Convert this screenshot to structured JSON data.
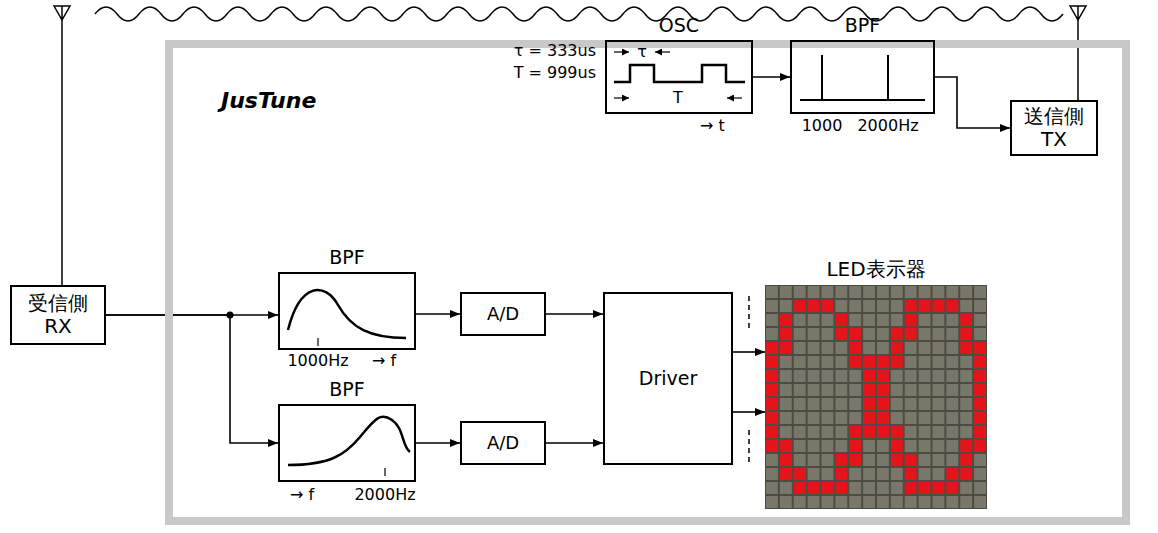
{
  "diagram": {
    "nodes": [
      {
        "text": [
          "JusTune"
        ]
      },
      {
        "text": [
          "OSC"
        ],
        "in": 0
      },
      {
        "text": [
          "BPF"
        ],
        "in": 0
      },
      {
        "text": [
          "送信側 TX"
        ]
      },
      {
        "text": [
          "受信側 RX"
        ]
      },
      {
        "text": [
          "BPF"
        ],
        "in": 0
      },
      {
        "text": [
          "A/D"
        ],
        "in": 0
      },
      {
        "text": [
          "Driver"
        ],
        "in": 0
      },
      {
        "text": [
          "LED表示器"
        ],
        "in": 0
      },
      {
        "text": [
          "BPF"
        ],
        "in": 0
      },
      {
        "text": [
          "A/D"
        ],
        "in": 0
      }
    ],
    "edges": [
      {
        "from": 1,
        "to": 2,
        "arrow": "to"
      },
      {
        "from": 2,
        "to": 3,
        "arrow": "to"
      },
      {
        "from": 4,
        "to": 5,
        "arrow": "to"
      },
      {
        "from": 4,
        "to": 9,
        "arrow": "to"
      },
      {
        "from": 5,
        "to": 6,
        "arrow": "to"
      },
      {
        "from": 9,
        "to": 10,
        "arrow": "to"
      },
      {
        "from": 6,
        "to": 7,
        "arrow": "to"
      },
      {
        "from": 10,
        "to": 7,
        "arrow": "to"
      },
      {
        "from": 7,
        "to": 8,
        "arrow": "to"
      },
      {
        "from": 7,
        "to": 8,
        "arrow": "to"
      }
    ],
    "labels": [
      "τ = 333us",
      "T = 999us",
      "τ",
      "T",
      "→ t",
      "1000",
      "2000Hz",
      "1000Hz",
      "→ f",
      "→ f",
      "2000Hz"
    ]
  }
}
